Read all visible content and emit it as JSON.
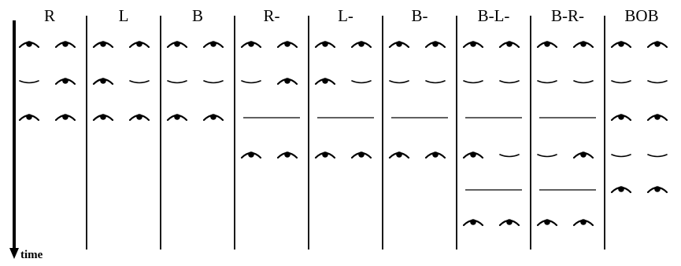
{
  "axis": {
    "label": "time",
    "icon": "down-arrow-icon"
  },
  "legend_states": {
    "open": "open-eye-icon",
    "closed": "closed-eye-icon",
    "gap": "blank-period-line"
  },
  "columns": [
    {
      "label": "R",
      "rows": [
        [
          "open",
          "open"
        ],
        [
          "closed",
          "open"
        ],
        [
          "open",
          "open"
        ]
      ]
    },
    {
      "label": "L",
      "rows": [
        [
          "open",
          "open"
        ],
        [
          "open",
          "closed"
        ],
        [
          "open",
          "open"
        ]
      ]
    },
    {
      "label": "B",
      "rows": [
        [
          "open",
          "open"
        ],
        [
          "closed",
          "closed"
        ],
        [
          "open",
          "open"
        ]
      ]
    },
    {
      "label": "R-",
      "rows": [
        [
          "open",
          "open"
        ],
        [
          "closed",
          "open"
        ],
        "gap",
        [
          "open",
          "open"
        ]
      ]
    },
    {
      "label": "L-",
      "rows": [
        [
          "open",
          "open"
        ],
        [
          "open",
          "closed"
        ],
        "gap",
        [
          "open",
          "open"
        ]
      ]
    },
    {
      "label": "B-",
      "rows": [
        [
          "open",
          "open"
        ],
        [
          "closed",
          "closed"
        ],
        "gap",
        [
          "open",
          "open"
        ]
      ]
    },
    {
      "label": "B-L-",
      "rows": [
        [
          "open",
          "open"
        ],
        [
          "closed",
          "closed"
        ],
        "gap",
        [
          "open",
          "closed"
        ],
        "gap",
        [
          "open",
          "open"
        ]
      ]
    },
    {
      "label": "B-R-",
      "rows": [
        [
          "open",
          "open"
        ],
        [
          "closed",
          "closed"
        ],
        "gap",
        [
          "closed",
          "open"
        ],
        "gap",
        [
          "open",
          "open"
        ]
      ]
    },
    {
      "label": "BOB",
      "rows": [
        [
          "open",
          "open"
        ],
        [
          "closed",
          "closed"
        ],
        [
          "open",
          "open"
        ],
        [
          "closed",
          "closed"
        ],
        [
          "open",
          "open"
        ]
      ]
    }
  ]
}
